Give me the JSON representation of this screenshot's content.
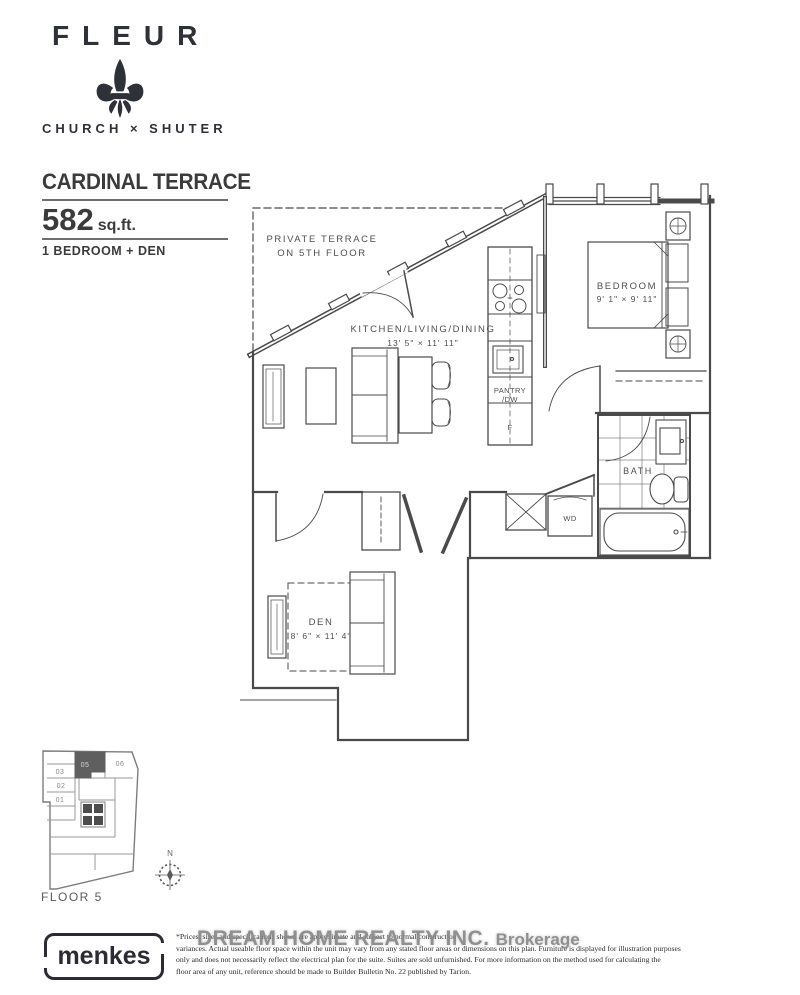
{
  "branding": {
    "project_name": "FLEUR",
    "tagline": "CHURCH × SHUTER",
    "builder_logo": "menkes"
  },
  "unit": {
    "name": "CARDINAL TERRACE",
    "area_number": "582",
    "area_unit": "sq.ft.",
    "layout": "1 BEDROOM + DEN"
  },
  "rooms": {
    "terrace_line1": "PRIVATE TERRACE",
    "terrace_line2": "ON 5TH FLOOR",
    "kitchen_label": "KITCHEN/LIVING/DINING",
    "kitchen_dims": "13' 5\" × 11' 11\"",
    "bedroom_label": "BEDROOM",
    "bedroom_dims": "9' 1\" × 9' 11\"",
    "den_label": "DEN",
    "den_dims": "8' 6\" × 11' 4\"",
    "bath_label": "BATH",
    "pantry_line1": "PANTRY",
    "pantry_line2": "/DW",
    "fridge_label": "F",
    "laundry_label": "WD"
  },
  "keyplan": {
    "floor_label": "FLOOR 5",
    "unit_01": "01",
    "unit_02": "02",
    "unit_03": "03",
    "unit_05": "05",
    "unit_06": "06",
    "north_label": "N"
  },
  "watermark": {
    "brokerage_name": "DREAM HOME REALTY INC.",
    "brokerage_suffix": "Brokerage"
  },
  "disclaimer": {
    "line1": "*Prices, sizes and specifications shown are approximate and subject to normal construction",
    "line2": "variances. Actual useable floor space within the unit may vary from any stated floor areas or dimensions on this plan. Furniture is displayed for illustration purposes",
    "line3": "only and does not necessarily reflect the electrical plan for the suite. Suites are sold unfurnished. For more information on the method used for calculating the",
    "line4": "floor area of any unit, reference should be made to Builder Bulletin No. 22 published by Tarion."
  }
}
